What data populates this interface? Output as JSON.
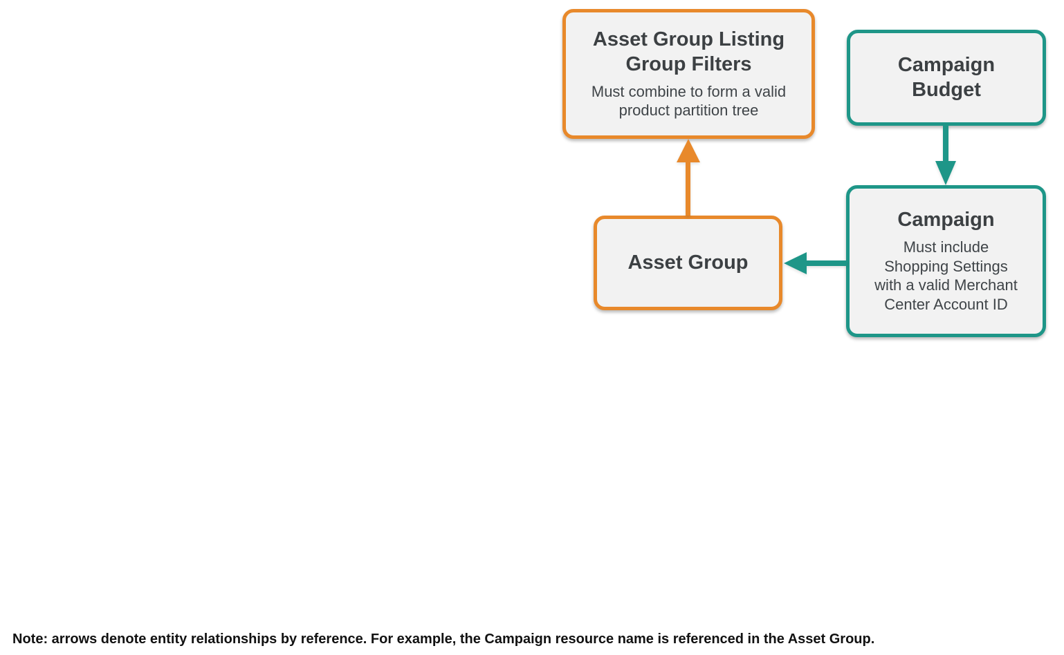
{
  "colors": {
    "orange": "#E8892B",
    "teal": "#1E9688",
    "node_fill": "#F2F2F2",
    "title_text": "#3C4043",
    "subtitle_text": "#3F4448",
    "note_text": "#111111"
  },
  "diagram": {
    "nodes": [
      {
        "id": "asset-group-listing-group-filters",
        "accent": "orange",
        "title": "Asset Group Listing\nGroup Filters",
        "subtitle": "Must combine to form a valid\nproduct partition tree"
      },
      {
        "id": "campaign-budget",
        "accent": "teal",
        "title": "Campaign\nBudget",
        "subtitle": ""
      },
      {
        "id": "asset-group",
        "accent": "orange",
        "title": "Asset Group",
        "subtitle": ""
      },
      {
        "id": "campaign",
        "accent": "teal",
        "title": "Campaign",
        "subtitle": "Must include\nShopping Settings\nwith a valid Merchant\nCenter Account ID"
      }
    ],
    "edges": [
      {
        "from": "asset-group",
        "to": "asset-group-listing-group-filters",
        "color": "orange",
        "direction": "up"
      },
      {
        "from": "campaign-budget",
        "to": "campaign",
        "color": "teal",
        "direction": "down"
      },
      {
        "from": "campaign",
        "to": "asset-group",
        "color": "teal",
        "direction": "left"
      }
    ]
  },
  "note": "Note: arrows denote entity relationships by reference. For example, the Campaign resource name is referenced in the Asset Group."
}
